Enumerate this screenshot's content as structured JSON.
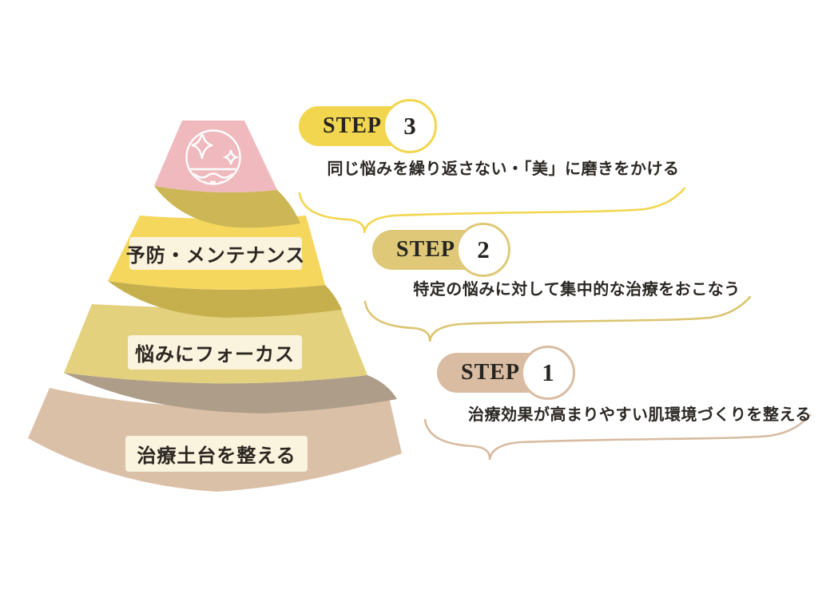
{
  "diagram": {
    "title": "",
    "background_color": "#ffffff",
    "pyramid": {
      "apex_icon": "sparkle-skin-icon",
      "label_box_color": "#faf3de",
      "tiers": [
        {
          "position": "top",
          "label": "",
          "color": "#efb9be",
          "underside_color": "#ccb655"
        },
        {
          "position": "second",
          "label": "予防・メンテナンス",
          "color": "#f6d75e",
          "underside_color": "#c6b04e"
        },
        {
          "position": "third",
          "label": "悩みにフォーカス",
          "color": "#e4d17e",
          "underside_color": "#ae9d88"
        },
        {
          "position": "bottom",
          "label": "治療土台を整える",
          "color": "#dbc0a8",
          "underside_color": ""
        }
      ]
    },
    "steps": [
      {
        "name": "STEP",
        "number": "3",
        "description": "同じ悩みを繰り返さない・「美」に磨きをかける",
        "color": "#f2d64f"
      },
      {
        "name": "STEP",
        "number": "2",
        "description": "特定の悩みに対して集中的な治療をおこなう",
        "color": "#dfc978"
      },
      {
        "name": "STEP",
        "number": "1",
        "description": "治療効果が高まりやすい肌環境づくりを整える",
        "color": "#d9bca2"
      }
    ]
  }
}
